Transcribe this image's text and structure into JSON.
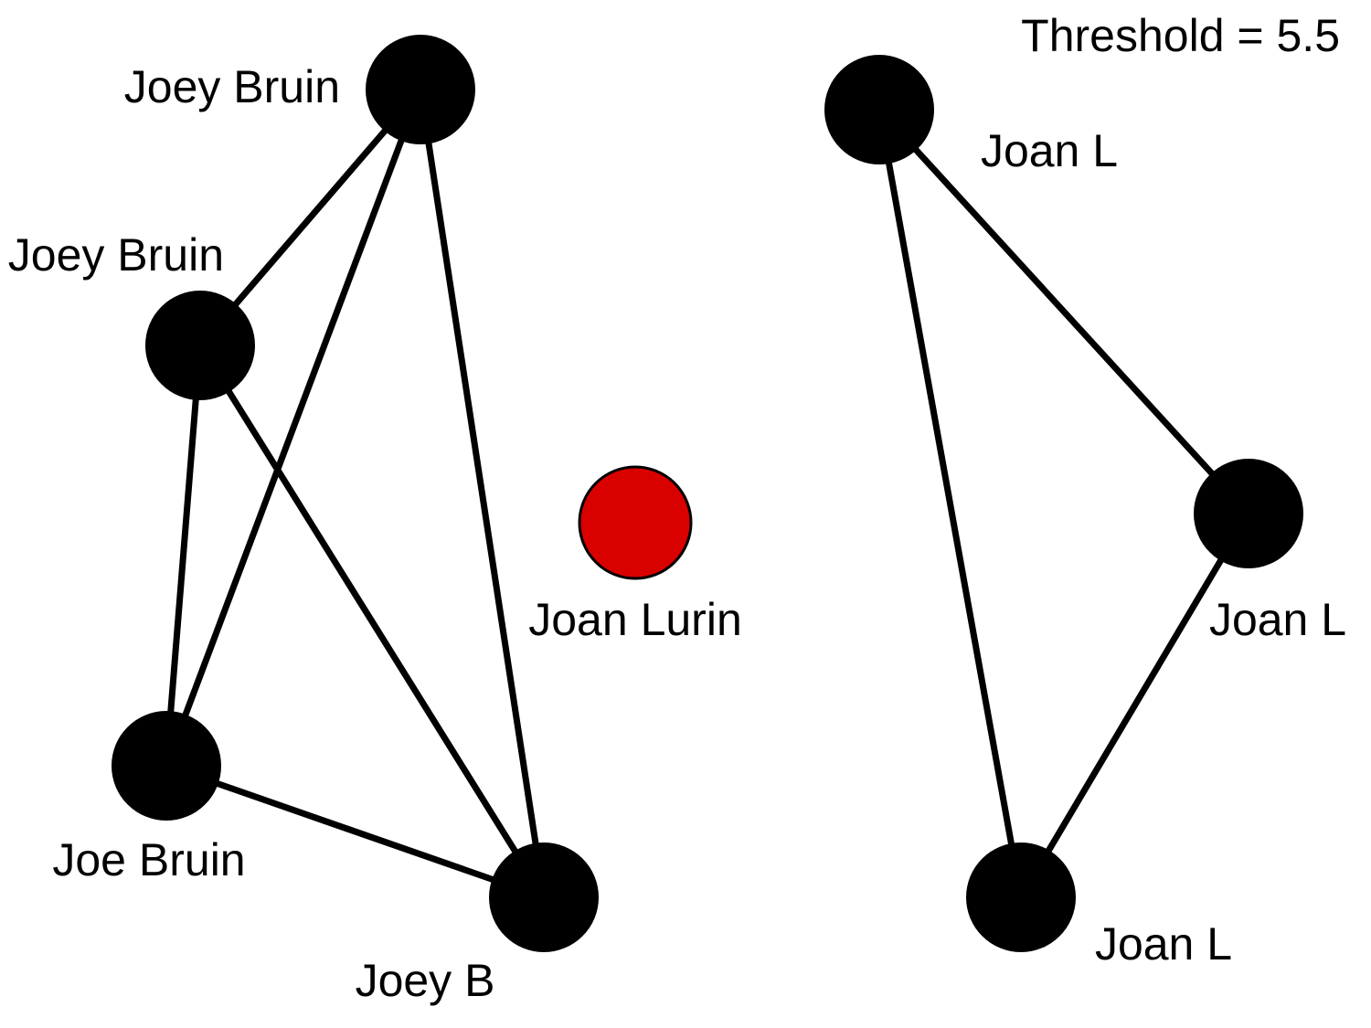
{
  "threshold_label": "Threshold = 5.5",
  "colors": {
    "background": "#ffffff",
    "node": "#000000",
    "highlight_node": "#d90000",
    "edge": "#000000"
  },
  "nodes": [
    {
      "id": "n1",
      "label": "Joey Bruin",
      "highlight": false
    },
    {
      "id": "n2",
      "label": "Joey Bruin",
      "highlight": false
    },
    {
      "id": "n3",
      "label": "Joe Bruin",
      "highlight": false
    },
    {
      "id": "n4",
      "label": "Joey B",
      "highlight": false
    },
    {
      "id": "n5",
      "label": "Joan Lurin",
      "highlight": true
    },
    {
      "id": "n6",
      "label": "Joan L",
      "highlight": false
    },
    {
      "id": "n7",
      "label": "Joan L",
      "highlight": false
    },
    {
      "id": "n8",
      "label": "Joan L",
      "highlight": false
    }
  ],
  "edges": [
    {
      "from": "n1",
      "to": "n2"
    },
    {
      "from": "n1",
      "to": "n3"
    },
    {
      "from": "n1",
      "to": "n4"
    },
    {
      "from": "n2",
      "to": "n3"
    },
    {
      "from": "n2",
      "to": "n4"
    },
    {
      "from": "n3",
      "to": "n4"
    },
    {
      "from": "n6",
      "to": "n7"
    },
    {
      "from": "n6",
      "to": "n8"
    },
    {
      "from": "n7",
      "to": "n8"
    }
  ]
}
